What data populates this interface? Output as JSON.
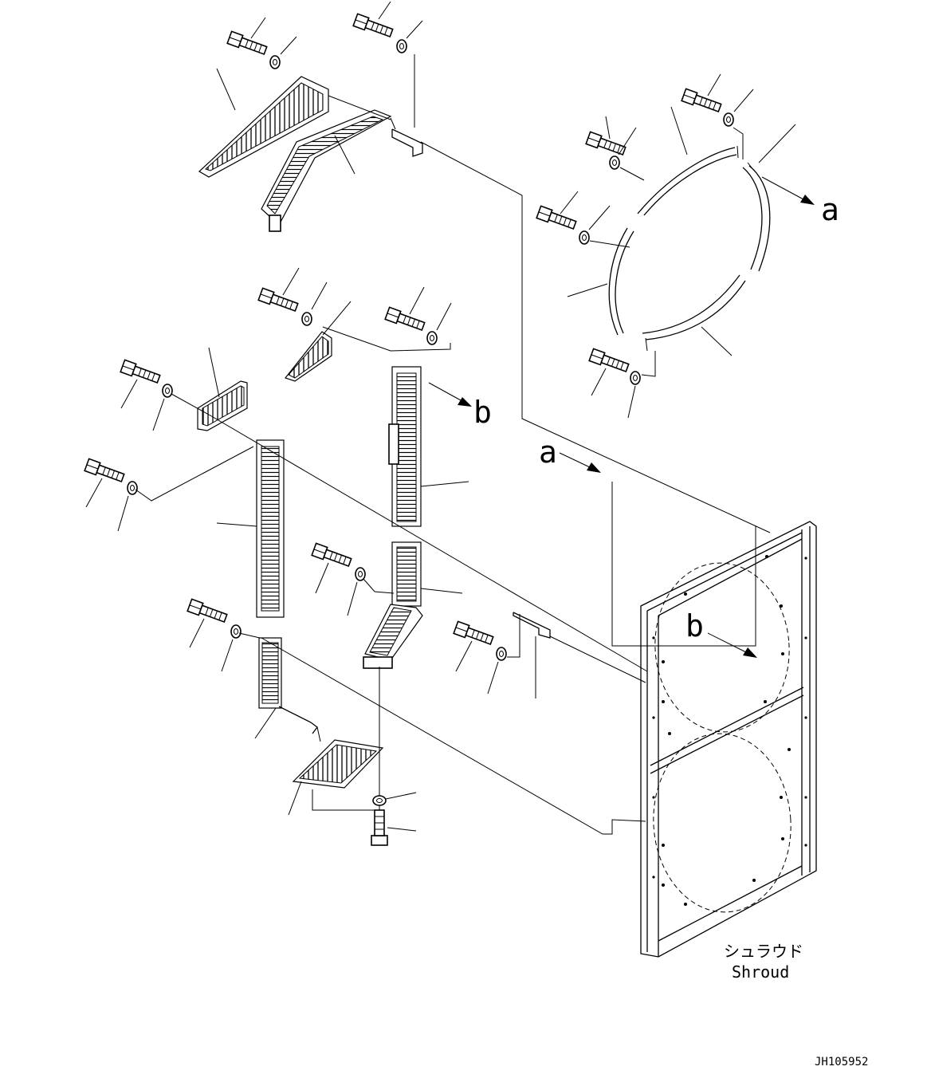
{
  "labels": {
    "view_a_top": "a",
    "view_b_top": "b",
    "view_a_frame": "a",
    "view_b_frame": "b",
    "shroud_jp": "シュラウド",
    "shroud_en": "Shroud",
    "drawing_number": "JH105952"
  }
}
